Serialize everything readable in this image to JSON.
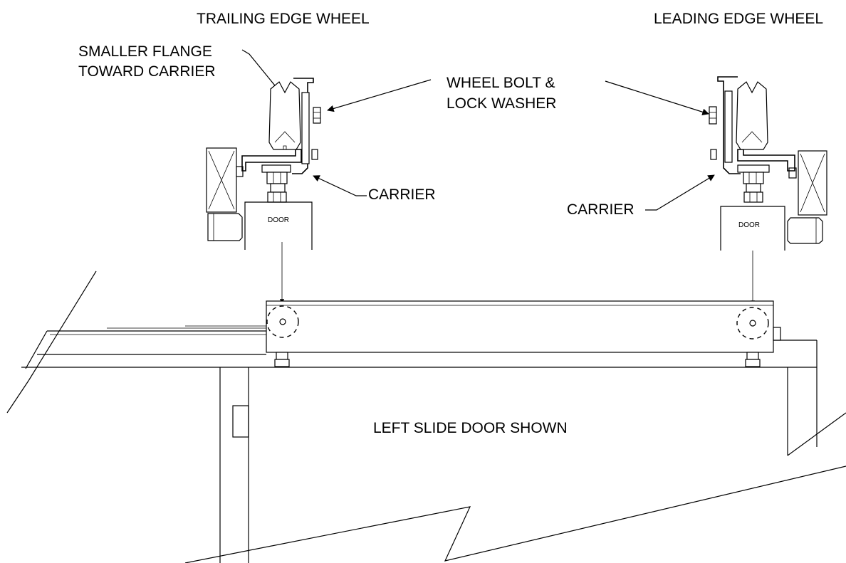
{
  "labels": {
    "trailing_title": "TRAILING EDGE WHEEL",
    "leading_title": "LEADING EDGE WHEEL",
    "smaller_flange_line1": "SMALLER FLANGE",
    "smaller_flange_line2": "TOWARD CARRIER",
    "wheel_bolt_line1": "WHEEL BOLT &",
    "wheel_bolt_line2": "LOCK WASHER",
    "carrier_left": "CARRIER",
    "carrier_right": "CARRIER",
    "door_left": "DOOR",
    "door_right": "DOOR",
    "door_shown": "LEFT SLIDE DOOR SHOWN"
  }
}
